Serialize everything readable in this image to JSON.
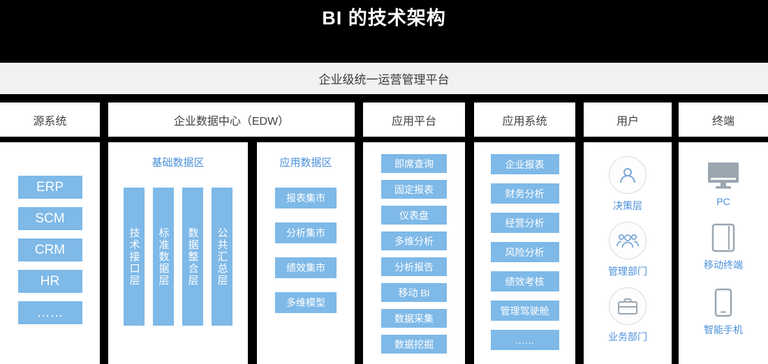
{
  "title": "BI 的技术架构",
  "platform_band": "企业级统一运营管理平台",
  "colors": {
    "blue_box": "#7EB9E8",
    "blue_text": "#4A90D9",
    "band_bg": "#F1F1F1",
    "header_text": "#3F3F3F",
    "icon_gray": "#9AA6B0",
    "icon_blue": "#7BA7D7"
  },
  "columns": {
    "source": {
      "header": "源系统",
      "items": [
        "ERP",
        "SCM",
        "CRM",
        "HR",
        "……"
      ]
    },
    "edw": {
      "header": "企业数据中心（EDW）",
      "basic": {
        "title": "基础数据区",
        "layers": [
          "技术接口层",
          "标准数据层",
          "数据整合层",
          "公共汇总层"
        ]
      },
      "app_data": {
        "title": "应用数据区",
        "items": [
          "报表集市",
          "分析集市",
          "绩效集市",
          "多维模型"
        ]
      }
    },
    "app_platform": {
      "header": "应用平台",
      "items": [
        "即席查询",
        "固定报表",
        "仪表盘",
        "多维分析",
        "分析报告",
        "移动 BI",
        "数据采集",
        "数据挖掘"
      ]
    },
    "app_system": {
      "header": "应用系统",
      "items": [
        "企业报表",
        "财务分析",
        "经营分析",
        "风险分析",
        "绩效考核",
        "管理驾驶舱",
        "……"
      ]
    },
    "users": {
      "header": "用户",
      "items": [
        {
          "icon": "user-icon",
          "label": "决策层"
        },
        {
          "icon": "group-icon",
          "label": "管理部门"
        },
        {
          "icon": "briefcase-icon",
          "label": "业务部门"
        }
      ]
    },
    "terminal": {
      "header": "终端",
      "items": [
        {
          "icon": "desktop-icon",
          "label": "PC"
        },
        {
          "icon": "tablet-icon",
          "label": "移动终端"
        },
        {
          "icon": "smartphone-icon",
          "label": "智能手机"
        }
      ]
    }
  }
}
